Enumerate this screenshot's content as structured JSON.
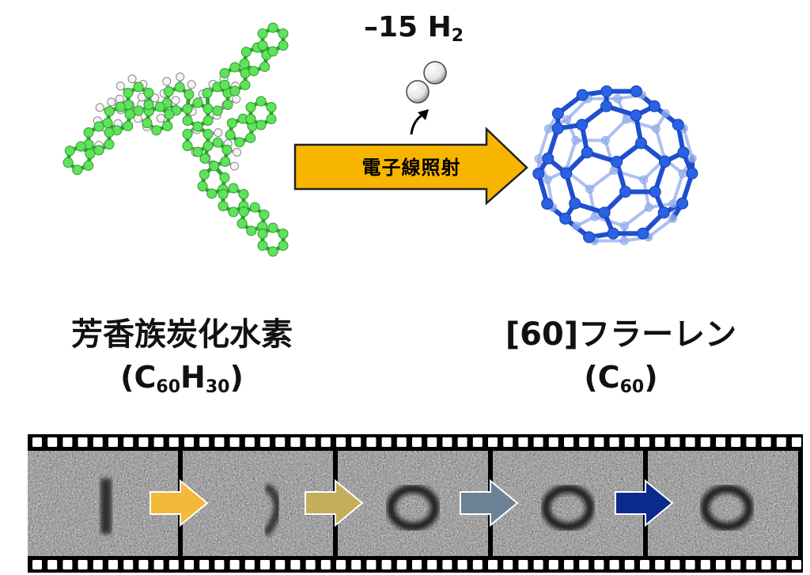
{
  "top": {
    "h2_prefix": "–15 H",
    "h2_sub": "2",
    "arrow_label": "電子線照射",
    "left_name": "芳香族炭化水素",
    "left_formula": {
      "a": "(C",
      "a_sub": "60",
      "b": "H",
      "b_sub": "30",
      "c": ")"
    },
    "right_name": "[60]フラーレン",
    "right_formula": {
      "a": "(C",
      "a_sub": "60",
      "c": ")"
    }
  },
  "colors": {
    "carbon_green": "#5fe35a",
    "fullerene_blue": "#2a62e6",
    "arrow_yellow": "#f7b500",
    "film_black": "#000000"
  },
  "filmstrip": {
    "frame_count": 5,
    "arrows": [
      {
        "color": "#f4b93b"
      },
      {
        "color": "#c4ae5c"
      },
      {
        "color": "#6b8196"
      },
      {
        "color": "#0c2a8c"
      }
    ]
  }
}
